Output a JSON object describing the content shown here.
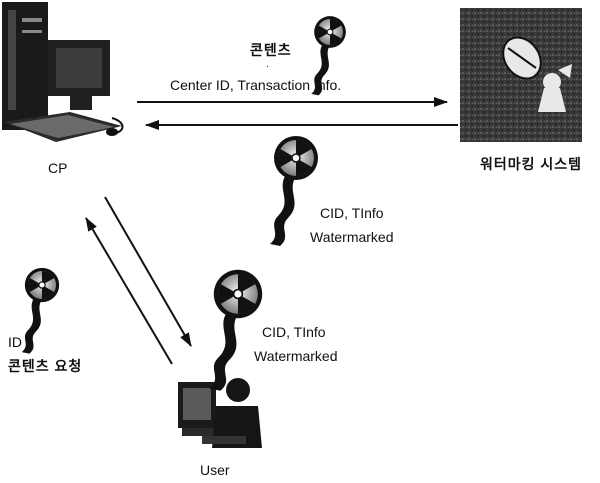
{
  "labels": {
    "cp": "CP",
    "watermark_system": "워터마킹 시스템",
    "user": "User",
    "content_top": "콘텐츠",
    "center_info": "Center ID, Transaction Info.",
    "cid_tinfo_1": "CID, TInfo",
    "watermarked_1": "Watermarked",
    "cid_tinfo_2": "CID, TInfo",
    "watermarked_2": "Watermarked",
    "id_label": "ID :",
    "content_request": "콘텐츠 요청"
  },
  "icons": {
    "cp": "desktop-computer-icon",
    "watermark_system": "watermark-system-icon",
    "user": "user-at-computer-icon",
    "content": "film-reel-icon"
  }
}
